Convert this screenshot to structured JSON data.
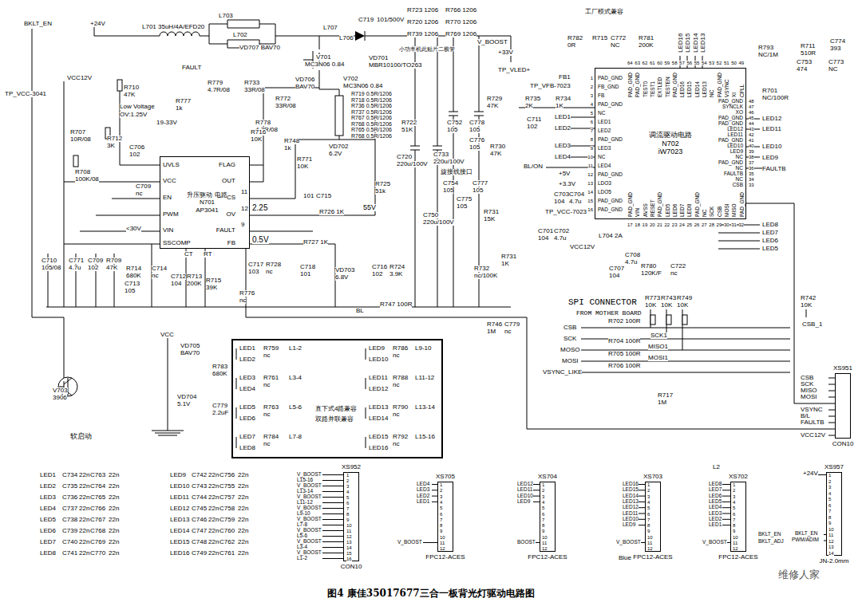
{
  "diagram": {
    "caption": "图4 康佳35017677三合一板背光灯驱动电路图",
    "nodes": [
      {
        "text": [
          "升压驱动 电路",
          "N701",
          "AP3041"
        ]
      },
      {
        "text": [
          "调流驱动电路",
          "N702",
          "iW7023"
        ]
      },
      {
        "text": [
          "直下式4路兼容 双路并联兼容"
        ]
      },
      {
        "text": [
          "XS952",
          "CON10"
        ]
      },
      {
        "text": [
          "XS705",
          "FPC12-ACES"
        ]
      },
      {
        "text": [
          "XS704",
          "FPC12-ACES"
        ]
      },
      {
        "text": [
          "XS703",
          "FPC12-ACES"
        ]
      },
      {
        "text": [
          "XS702",
          "FPC12-ACES"
        ]
      },
      {
        "text": [
          "XS957",
          "JN-2.0mm"
        ]
      },
      {
        "text": [
          "XS951",
          "CON10"
        ]
      }
    ],
    "edges": [
      {
        "from": 1,
        "to": 9,
        "arrow": "none"
      },
      {
        "from": 0,
        "to": 9,
        "arrow": "none"
      }
    ],
    "labels": [
      "BKLT_EN",
      "+24V",
      "L701 35uH/4A/EFD20",
      "L703",
      "L702",
      "VD707 BAV70",
      "L706",
      "L707",
      "C719",
      "101/500V",
      "R723 1206",
      "R720 1206",
      "R739 1206",
      "R766 1206",
      "R770 1206",
      "R769 1206",
      "V_BOOST",
      "+33V",
      "小功率机此贴片二极管",
      "VD701",
      "MBR10100/TO263",
      "TP_VLED+",
      "V701",
      "MC3N06 0.84",
      "V702",
      "MC3N06 0.84",
      "FAULT",
      "R779",
      "4.7R/08",
      "R733",
      "33R/08",
      "VD706",
      "BAV70",
      "R772",
      "33R/08",
      "R778",
      "4.7R/08",
      "R719 0.5R/1206",
      "R718 0.5R/1206",
      "R736 0.5R/1206",
      "R737 0.5R/1206",
      "R767 0.5R/1206",
      "R768 0.5R/1206",
      "R765 0.5R/1206",
      "R768 0.5R/1206",
      "R710",
      "47K",
      "VCC12V",
      "TP_VCC-3041",
      "Low Voltage",
      "OV:1.25V",
      "19-33V",
      "R777",
      "1k",
      "R712",
      "3K",
      "C706",
      "102",
      "R707",
      "10R/08",
      "R708",
      "100K/08",
      "R716",
      "10K",
      "R748",
      "1k",
      "R771",
      "10K",
      "VD702",
      "6.2V",
      "UVLS",
      "VCC",
      "EN",
      "PWM",
      "VIN",
      "SSCOMP",
      "FLAG",
      "OUT",
      "CS",
      "OV",
      "FAULT",
      "FB",
      "11",
      "12",
      "9",
      "CT",
      "RT",
      "C709",
      "nc",
      "<30V",
      "2.25",
      "0.5V",
      "55V",
      "R726 1K",
      "R727 1K",
      "101",
      "C715",
      "R725",
      "51k",
      "R722",
      "51K",
      "C720",
      "220u/100V",
      "C733",
      "220u/100V",
      "旋接线接口",
      "C754",
      "105",
      "C777",
      "105",
      "C775",
      "105",
      "C750",
      "220u/100V",
      "C752",
      "105",
      "C778",
      "105",
      "C776",
      "105",
      "R731",
      "15K",
      "R729",
      "47K",
      "R730",
      "47K",
      "R735",
      "2K",
      "C711",
      "102",
      "R734",
      "1K",
      "FB1",
      "TP_VFB-7023",
      "LED1",
      "LED2",
      "LED3",
      "LED4",
      "BL/ON",
      "+5V",
      "+3.3V",
      "C703",
      "104",
      "C704",
      "4.7u",
      "TP_VCC-7023",
      "C701",
      "104",
      "C702",
      "4.7u",
      "VCC12V",
      "L704 2A",
      "C707",
      "104",
      "C708",
      "4.7u",
      "R780",
      "120K/F",
      "C722",
      "nc",
      "R732",
      "nc/100K",
      "R731",
      "1K",
      "C710",
      "105/08",
      "C771",
      "4.7u",
      "C709",
      "102",
      "R709",
      "47K",
      "R714",
      "680K",
      "C713",
      "105",
      "C714",
      "nc",
      "C712",
      "104",
      "R713",
      "200K",
      "R715",
      "39K",
      "R776",
      "nc",
      "C717",
      "103",
      "R728",
      "nc",
      "C718",
      "101",
      "VD703",
      "6.8V",
      "C716",
      "102",
      "R724",
      "3.9K",
      "R747 100R",
      "BL",
      "R746",
      "1M",
      "C779",
      "nc",
      "VCC",
      "R783",
      "680K",
      "VD705",
      "BAV70",
      "VD704",
      "5.1V",
      "C779",
      "2.2uF",
      "V703",
      "3906",
      "软启动",
      "工厂模式兼容",
      "R782",
      "0R",
      "R715",
      "C772",
      "NC",
      "R781",
      "200K",
      "R793",
      "NC/1M",
      "R711",
      "510R",
      "C774",
      "393",
      "C753",
      "474",
      "C773",
      "NC",
      "R701",
      "NC/100R",
      "LED12",
      "LED11",
      "LED10",
      "LED9",
      "FAULTB",
      "LED16",
      "LED15",
      "LED14",
      "LED13",
      "LED8",
      "LED7",
      "LED6",
      "LED5",
      "R742",
      "10K",
      "CSB_1",
      "R773",
      "10K",
      "R743",
      "10K",
      "R749",
      "10K",
      "SPI CONNECTOR",
      "FROM MOTHER BOARD",
      "R702 100R",
      "R704 100R",
      "R705 100R",
      "R706 100R",
      "CSB",
      "SCK",
      "MOSO",
      "MOSI",
      "VSYNC_LIKE",
      "SCK1",
      "MISO1",
      "MOSI1",
      "R717",
      "1M",
      "CSB",
      "SCK",
      "MISO",
      "MOSI",
      "VSYNC",
      "B/L",
      "FAULTB",
      "VCC12V",
      "LED1",
      "R759",
      "nc",
      "L1-2",
      "LED2",
      "LED3",
      "R761",
      "nc",
      "L3-4",
      "LED4",
      "LED5",
      "R763",
      "nc",
      "L5-6",
      "LED6",
      "LED7",
      "R784",
      "nc",
      "L7-8",
      "LED8",
      "LED9",
      "R786",
      "nc",
      "L9-10",
      "LED10",
      "LED11",
      "R788",
      "nc",
      "L11-12",
      "LED12",
      "LED13",
      "R790",
      "nc",
      "L13-14",
      "LED14",
      "LED15",
      "R792",
      "nc",
      "L15-16",
      "LED16",
      "LED1",
      "C734",
      "22n",
      "C763",
      "22n",
      "LED2",
      "C735",
      "22n",
      "C764",
      "22n",
      "LED3",
      "C736",
      "22n",
      "C765",
      "22n",
      "LED4",
      "C737",
      "22n",
      "C766",
      "22n",
      "LED5",
      "C738",
      "22n",
      "C767",
      "22n",
      "LED6",
      "C739",
      "22n",
      "C768",
      "22n",
      "LED7",
      "C740",
      "22n",
      "C769",
      "22n",
      "LED8",
      "C741",
      "22n",
      "C770",
      "22n",
      "LED9",
      "C742",
      "22n",
      "C756",
      "22n",
      "LED10",
      "C743",
      "22n",
      "C755",
      "22n",
      "LED11",
      "C744",
      "22n",
      "C757",
      "22n",
      "LED12",
      "C745",
      "22n",
      "C758",
      "22n",
      "LED13",
      "C746",
      "22n",
      "C759",
      "22n",
      "LED14",
      "C747",
      "22n",
      "C760",
      "22n",
      "LED15",
      "C748",
      "22n",
      "C762",
      "22n",
      "LED16",
      "C749",
      "22n",
      "C761",
      "22n",
      "V_BOOST",
      "L15-16",
      "V_BOOST",
      "L13-14",
      "V_BOOST",
      "L11-12",
      "V_BOOST",
      "L9-10",
      "V_BOOST",
      "L7-8",
      "V_BOOST",
      "L5-6",
      "V_BOOST",
      "L3-4",
      "V_BOOST",
      "L1-2",
      "1",
      "2",
      "3",
      "4",
      "5",
      "6",
      "7",
      "8",
      "9",
      "10",
      "11",
      "12",
      "13",
      "14",
      "15",
      "16",
      "LED4",
      "LED3",
      "LED2",
      "LED1",
      "V_BOOST",
      "1",
      "2",
      "3",
      "4",
      "5",
      "6",
      "7",
      "8",
      "9",
      "10",
      "11",
      "12",
      "LED12",
      "LED11",
      "LED10",
      "LED9",
      "BOOST",
      "1",
      "2",
      "3",
      "4",
      "5",
      "6",
      "7",
      "8",
      "9",
      "10",
      "11",
      "12",
      "LED16",
      "LED15",
      "LED14",
      "LED13",
      "LED12",
      "LED11",
      "LED10",
      "LED9",
      "V_BOOST",
      "Blue",
      "1",
      "2",
      "3",
      "4",
      "5",
      "6",
      "7",
      "8",
      "9",
      "10",
      "11",
      "12",
      "LED8",
      "LED7",
      "LED6",
      "LED5",
      "LED4",
      "LED3",
      "LED2",
      "LED1",
      "V_BOOST",
      "L2",
      "1",
      "2",
      "3",
      "4",
      "5",
      "6",
      "7",
      "8",
      "9",
      "10",
      "11",
      "12",
      "+24V",
      "BKLT_EN",
      "PWM/ADIM",
      "BKLT_EN",
      "BKLT_ADJ",
      "1",
      "2",
      "3",
      "4",
      "5",
      "6",
      "7",
      "8",
      "9",
      "10",
      "11",
      "12",
      "13",
      "14",
      "PAD_GND",
      "PAD_GND",
      "TEST0",
      "TEST1",
      "EXTLED",
      "TESTEN",
      "PAD_GND",
      "LED16",
      "LED15",
      "LED14",
      "LED13",
      "NC",
      "PAD_GND",
      "VSYNC",
      "XI",
      "CPLL",
      "64",
      "63",
      "62",
      "61",
      "60",
      "59",
      "58",
      "57",
      "56",
      "55",
      "54",
      "53",
      "52",
      "51",
      "50",
      "49",
      "PAD_GND",
      "SYNCLK",
      "XO",
      "PAD_GND",
      "PAD_GND",
      "LED12",
      "LED11",
      "PAD_GND",
      "LED10",
      "LED9",
      "NC",
      "PAD_GND",
      "NC",
      "FAULTB",
      "NC",
      "CSB",
      "48",
      "47",
      "46",
      "45",
      "44",
      "43",
      "42",
      "41",
      "40",
      "39",
      "38",
      "37",
      "36",
      "35",
      "34",
      "33",
      "PAD_GND",
      "VIN",
      "AVSS",
      "RESET",
      "PAD_GND",
      "LED5",
      "LED6",
      "LED7",
      "LED8",
      "PAD_GND",
      "NC",
      "SCK",
      "CSB",
      "MOSI",
      "MISO",
      "PAD_GND",
      "17",
      "18",
      "19",
      "20",
      "21",
      "22",
      "23",
      "24",
      "25",
      "26",
      "27",
      "28",
      "29",
      "30",
      "31",
      "32",
      "PAD_GND",
      "FB_GND",
      "FB",
      "PAD_GND",
      "NC",
      "LED1",
      "LED2",
      "PAD_GND",
      "LED3",
      "NC",
      "LED4",
      "PAD_GND",
      "LDO3",
      "LDO5",
      "PAD_GND",
      "PAD_GND",
      "1",
      "2",
      "3",
      "4",
      "5",
      "6",
      "7",
      "8",
      "9",
      "10",
      "11",
      "12",
      "13",
      "14",
      "15",
      "16",
      "维修人家"
    ]
  }
}
